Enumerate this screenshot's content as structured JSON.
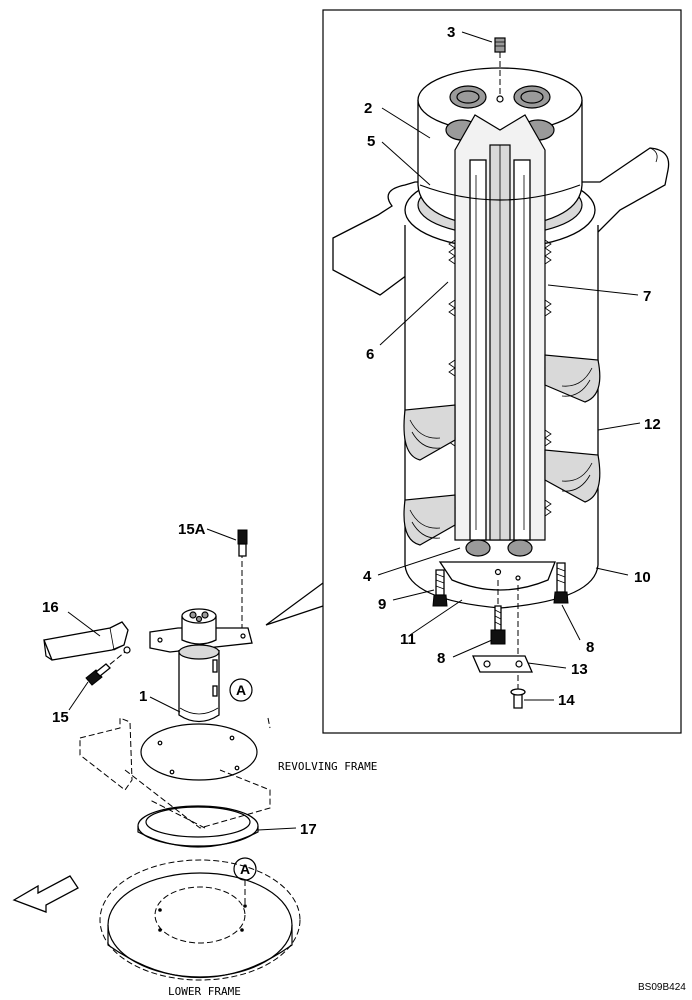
{
  "diagram": {
    "callouts": {
      "c1": "1",
      "c2": "2",
      "c3": "3",
      "c4": "4",
      "c5": "5",
      "c6": "6",
      "c7": "7",
      "c8a": "8",
      "c8b": "8",
      "c9": "9",
      "c10": "10",
      "c11": "11",
      "c12": "12",
      "c13": "13",
      "c14": "14",
      "c15": "15",
      "c15a": "15A",
      "c16": "16",
      "c17": "17"
    },
    "reference_marks": {
      "upper": "A",
      "lower": "A"
    },
    "captions": {
      "revolving_frame": "REVOLVING FRAME",
      "lower_frame": "LOWER FRAME"
    },
    "figure_code": "BS09B424",
    "colors": {
      "line": "#000000",
      "background": "#ffffff",
      "shade": "#d9d9d9",
      "dark_shade": "#9a9a9a"
    },
    "icons": {
      "direction": "front-direction-arrow-icon"
    }
  }
}
